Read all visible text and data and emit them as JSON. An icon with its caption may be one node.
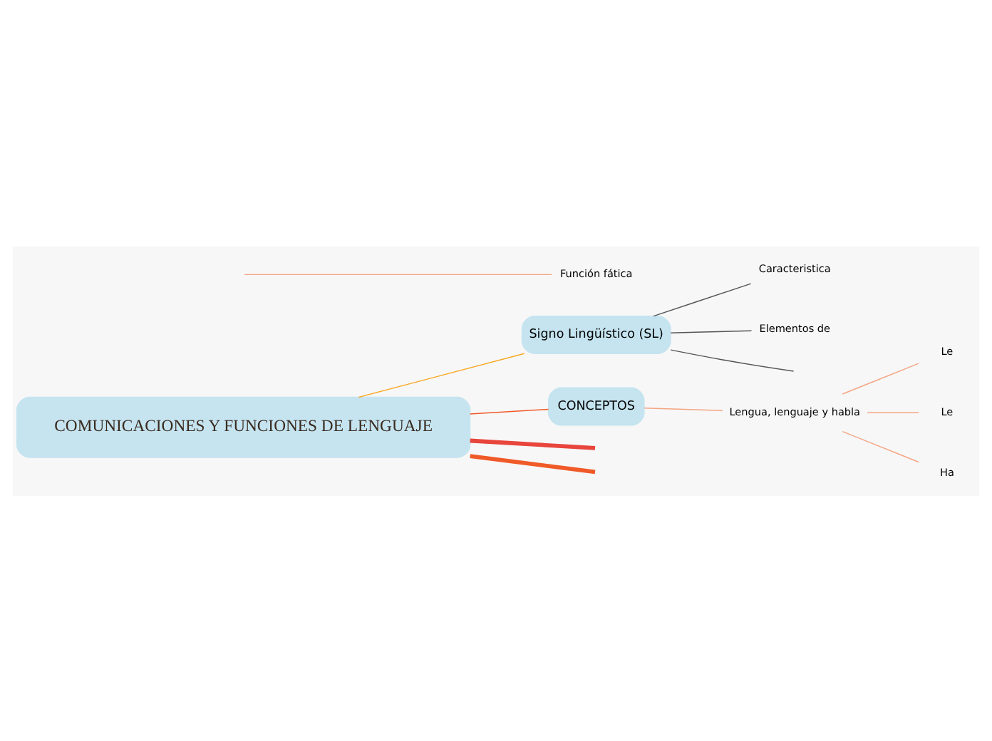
{
  "diagram": {
    "nodes": [
      {
        "text": [
          "COMUNICACIONES Y FUNCIONES DE LENGUAJE"
        ]
      },
      {
        "text": [
          "Signo Lingüístico (SL)"
        ]
      },
      {
        "text": [
          "Caracteristica"
        ]
      },
      {
        "text": [
          "Elementos de"
        ]
      },
      {
        "text": [
          "CONCEPTOS"
        ]
      },
      {
        "text": [
          "Lengua, lenguaje y habla"
        ]
      },
      {
        "text": [
          "Le"
        ]
      },
      {
        "text": [
          "Le"
        ]
      },
      {
        "text": [
          "Ha"
        ]
      },
      {
        "text": [
          "Función fática"
        ]
      }
    ],
    "edges": [
      {
        "from": 0,
        "to": null,
        "arrow": "none",
        "style": "thick",
        "color": "#e8453c"
      },
      {
        "from": 0,
        "to": 1,
        "arrow": "none",
        "color": "#f9a825"
      },
      {
        "from": 1,
        "to": null,
        "arrow": "none",
        "color": "#555555"
      },
      {
        "from": 1,
        "to": 2,
        "arrow": "none",
        "color": "#555555"
      },
      {
        "from": 1,
        "to": 3,
        "arrow": "none",
        "color": "#555555"
      },
      {
        "from": 0,
        "to": 4,
        "arrow": "none",
        "color": "#f05a28"
      },
      {
        "from": 0,
        "to": null,
        "arrow": "none",
        "style": "thick",
        "color": "#f05a28"
      },
      {
        "from": 4,
        "to": 5,
        "arrow": "none",
        "color": "#f4a582"
      },
      {
        "from": 5,
        "to": 6,
        "arrow": "none",
        "color": "#f4a582"
      },
      {
        "from": 5,
        "to": 7,
        "arrow": "none",
        "color": "#f4a582"
      },
      {
        "from": 5,
        "to": 8,
        "arrow": "none",
        "color": "#f4a582"
      },
      {
        "from": null,
        "to": 9,
        "arrow": "none",
        "color": "#f4a582"
      }
    ]
  }
}
